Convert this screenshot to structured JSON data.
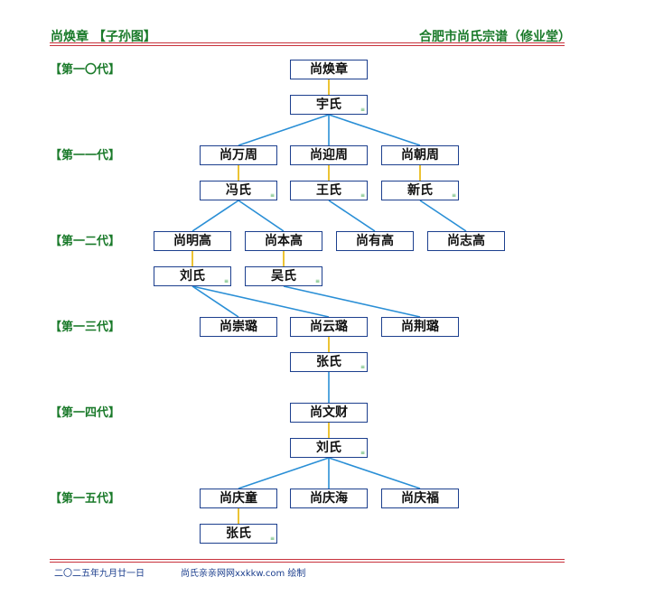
{
  "header": {
    "left": "尚焕章 【子孙图】",
    "right": "合肥市尚氏宗谱（修业堂）"
  },
  "generations": [
    "【第一〇代】",
    "【第一一代】",
    "【第一二代】",
    "【第一三代】",
    "【第一四代】",
    "【第一五代】"
  ],
  "people": {
    "huanzhang": "尚焕章",
    "yu": "宇氏",
    "wanzhou": "尚万周",
    "yingzhou": "尚迎周",
    "chaozhou": "尚朝周",
    "feng": "冯氏",
    "wang": "王氏",
    "xin": "新氏",
    "minggao": "尚明高",
    "bengao": "尚本高",
    "yougao": "尚有高",
    "zhigao": "尚志高",
    "liu1": "刘氏",
    "wu": "吴氏",
    "chonglu": "尚崇璐",
    "yunlu": "尚云璐",
    "jinglu": "尚荆璐",
    "zhang1": "张氏",
    "wencai": "尚文财",
    "liu2": "刘氏",
    "qingtong": "尚庆童",
    "qinghai": "尚庆海",
    "qingfu": "尚庆福",
    "zhang2": "张氏"
  },
  "spouse_mark": "≡",
  "footer": {
    "date": "二〇二五年九月廿一日",
    "credit": "尚氏亲亲网网xxkkw.com 绘制"
  },
  "colors": {
    "descent_line": "#2a8fd6",
    "marriage_line": "#e8b400",
    "header_text": "#1a7a2a",
    "rule": "#c8323c",
    "box_border": "#1c3f8e"
  }
}
